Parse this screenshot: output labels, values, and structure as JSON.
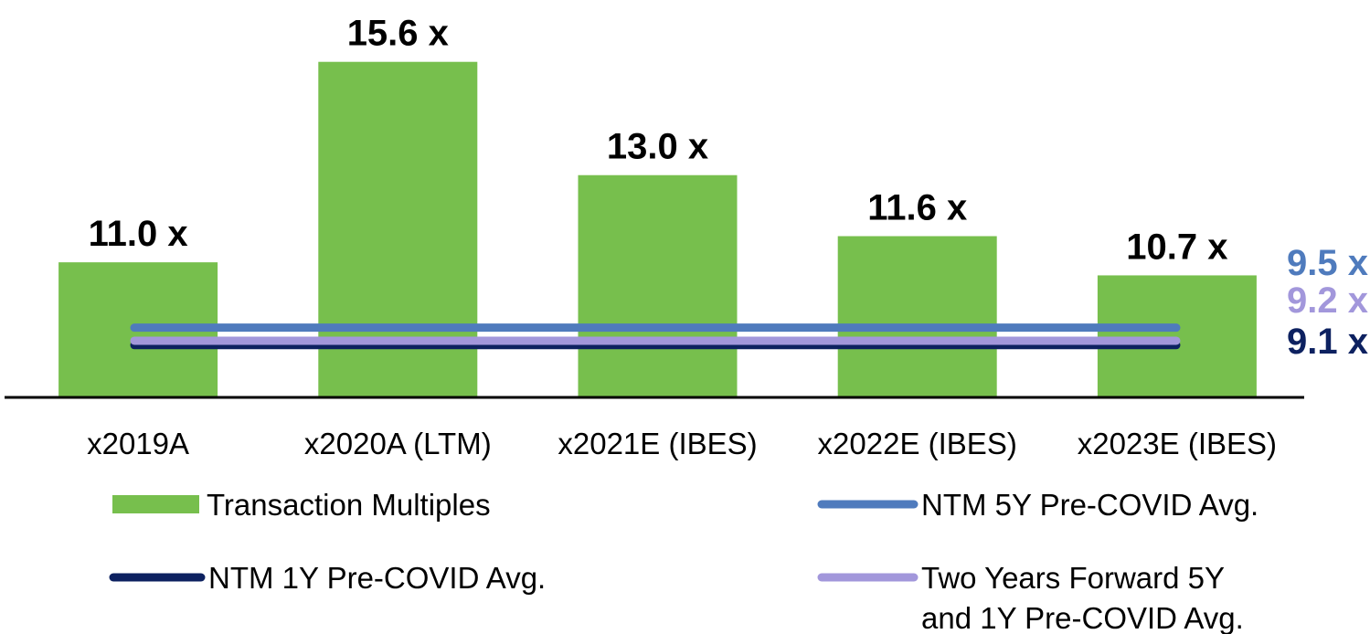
{
  "chart_data": {
    "type": "bar",
    "title": "",
    "xlabel": "",
    "ylabel": "",
    "ylim": [
      7.9,
      16.6
    ],
    "categories": [
      "x2019A",
      "x2020A (LTM)",
      "x2021E (IBES)",
      "x2022E (IBES)",
      "x2023E (IBES)"
    ],
    "series": [
      {
        "name": "Transaction Multiples",
        "values": [
          11.0,
          15.6,
          13.0,
          11.6,
          10.7
        ],
        "labels": [
          "11.0 x",
          "15.6 x",
          "13.0 x",
          "11.6 x",
          "10.7 x"
        ],
        "color": "#77bf4d"
      }
    ],
    "reference_lines": [
      {
        "name": "NTM 1Y Pre-COVID Avg.",
        "value": 9.1,
        "label": "9.1 x",
        "color": "#0d2160"
      },
      {
        "name": "Two Years Forward 5Y and 1Y Pre-COVID Avg.",
        "value": 9.2,
        "label": "9.2 x",
        "color": "#a297db"
      },
      {
        "name": "NTM 5Y Pre-COVID Avg.",
        "value": 9.5,
        "label": "9.5 x",
        "color": "#4f7bbd"
      }
    ],
    "legend": {
      "placement": "bottom",
      "items": [
        {
          "name": "Transaction Multiples",
          "kind": "bar",
          "color": "#77bf4d"
        },
        {
          "name": "NTM 5Y Pre-COVID Avg.",
          "kind": "line",
          "color": "#4f7bbd"
        },
        {
          "name": "NTM 1Y Pre-COVID Avg.",
          "kind": "line",
          "color": "#0d2160"
        },
        {
          "name": "Two Years Forward 5Y and 1Y Pre-COVID Avg.",
          "kind": "line",
          "color": "#a297db"
        }
      ]
    },
    "grid": false
  }
}
